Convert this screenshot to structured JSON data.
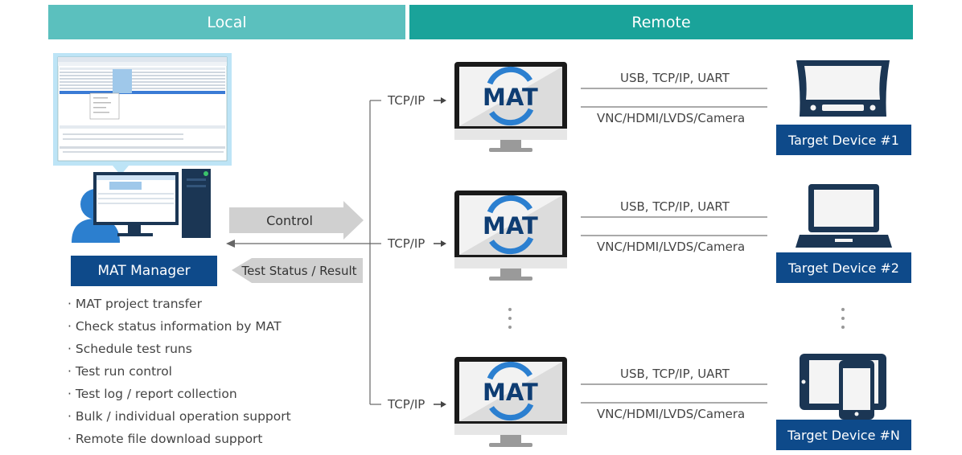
{
  "headers": {
    "local": "Local",
    "remote": "Remote"
  },
  "manager": {
    "label": "MAT Manager"
  },
  "arrows": {
    "control": "Control",
    "status": "Test Status / Result"
  },
  "tcp_label": "TCP/IP",
  "logo_text": "MAT",
  "links": {
    "top": "USB, TCP/IP, UART",
    "bottom": "VNC/HDMI/LVDS/Camera"
  },
  "devices": [
    "Target Device #1",
    "Target Device #2",
    "Target Device #N"
  ],
  "features": [
    "· MAT project transfer",
    "· Check status information by MAT",
    "· Schedule test runs",
    "· Test run control",
    "· Test log / report collection",
    "· Bulk / individual operation support",
    "· Remote file download support"
  ],
  "colors": {
    "local": "#5bc0be",
    "remote": "#1aa39a",
    "badge": "#0e4a8a",
    "accent": "#2b7fd0"
  }
}
